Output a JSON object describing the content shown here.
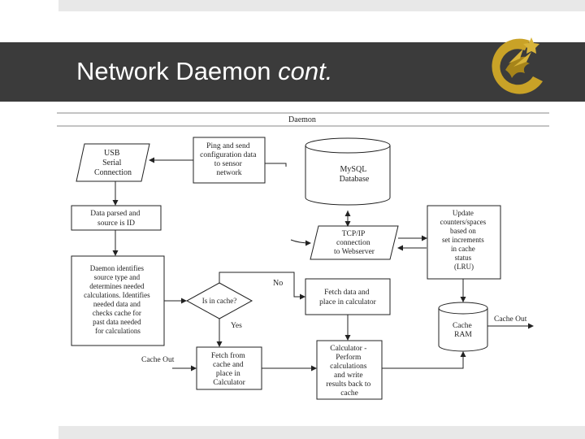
{
  "slide": {
    "title_main": "Network Daemon ",
    "title_italic": "cont."
  },
  "diagram": {
    "header": "Daemon",
    "nodes": {
      "usb": [
        "USB",
        "Serial",
        "Connection"
      ],
      "ping": [
        "Ping and send",
        "configuration data",
        "to sensor",
        "network"
      ],
      "mysql": [
        "MySQL",
        "Database"
      ],
      "data_parsed": [
        "Data parsed and",
        "source is ID"
      ],
      "tcp": [
        "TCP/IP",
        "connection",
        "to Webserver"
      ],
      "update": [
        "Update",
        "counters/spaces",
        "based on",
        "set increments",
        "in cache",
        "status",
        "(LRU)"
      ],
      "identify": [
        "Daemon identifies",
        "source type and",
        "determines needed",
        "calculations. Identifies",
        "needed data and",
        "checks cache for",
        "past data needed",
        "for calculations"
      ],
      "in_cache": [
        "Is in cache?"
      ],
      "fetch_data": [
        "Fetch data and",
        "place in calculator"
      ],
      "cache_db": [
        "Cache",
        "RAM"
      ],
      "fetch_cache": [
        "Fetch from",
        "cache and",
        "place in",
        "Calculator"
      ],
      "calculator": [
        "Calculator -",
        "Perform",
        "calculations",
        "and write",
        "results back to",
        "cache"
      ]
    },
    "labels": {
      "no": "No",
      "yes": "Yes",
      "cache_out_left": "Cache Out",
      "cache_out_right": "Cache Out"
    }
  }
}
